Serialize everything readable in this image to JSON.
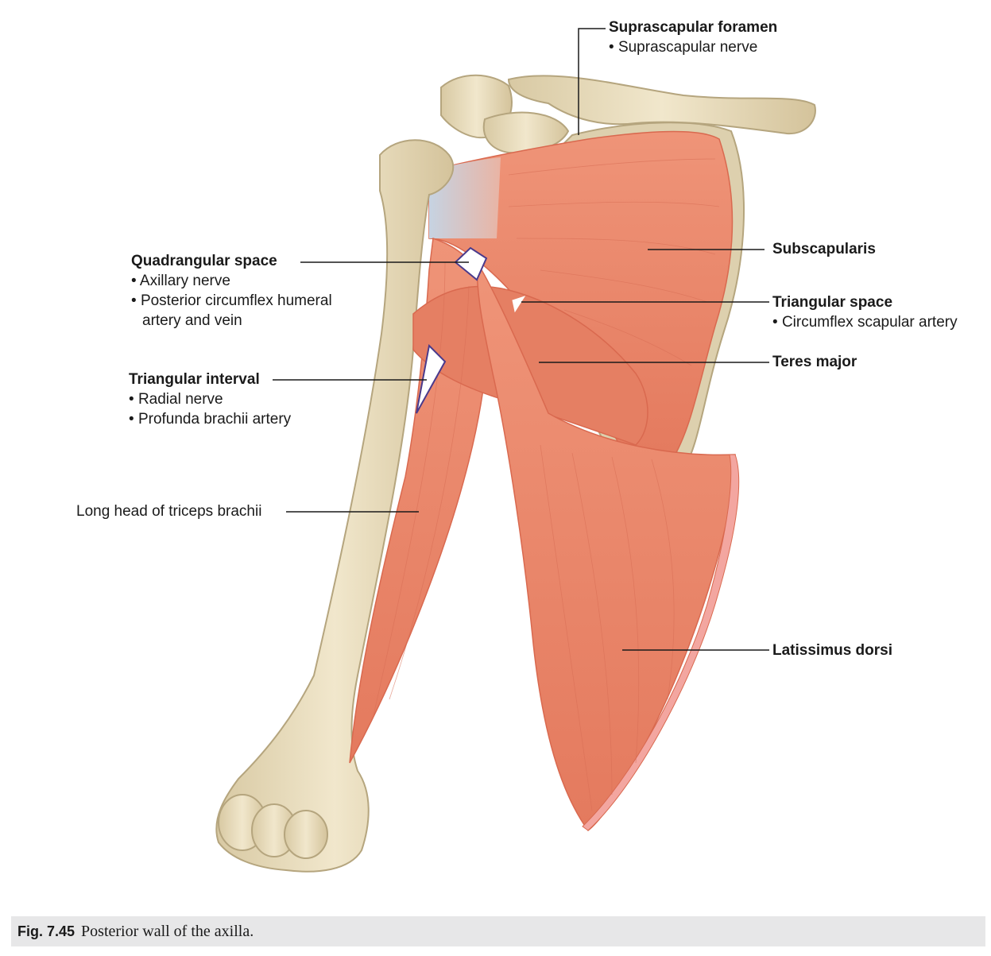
{
  "labels": {
    "suprascapular_foramen": {
      "title": "Suprascapular foramen",
      "items": [
        "Suprascapular nerve"
      ]
    },
    "subscapularis": {
      "title": "Subscapularis"
    },
    "quadrangular_space": {
      "title": "Quadrangular space",
      "items": [
        "Axillary nerve",
        "Posterior circumflex humeral",
        "artery and vein"
      ]
    },
    "triangular_space": {
      "title": "Triangular space",
      "items": [
        "Circumflex scapular artery"
      ]
    },
    "teres_major": {
      "title": "Teres major"
    },
    "triangular_interval": {
      "title": "Triangular interval",
      "items": [
        "Radial nerve",
        "Profunda brachii artery"
      ]
    },
    "long_head_triceps": {
      "title": "Long head of triceps brachii"
    },
    "latissimus_dorsi": {
      "title": "Latissimus dorsi"
    }
  },
  "caption": {
    "number": "Fig. 7.45",
    "text": "Posterior wall of the axilla."
  },
  "colors": {
    "bone": "#efe3c6",
    "bone_shadow": "#c9b88f",
    "muscle": "#ec8a6e",
    "muscle_dark": "#d9694f",
    "muscle_edge": "#f3a6a0",
    "tendon": "#c9d6e3",
    "space_outline": "#4a3a8c",
    "leader_line": "#1a1a1a",
    "caption_bg": "#e7e7e8"
  }
}
